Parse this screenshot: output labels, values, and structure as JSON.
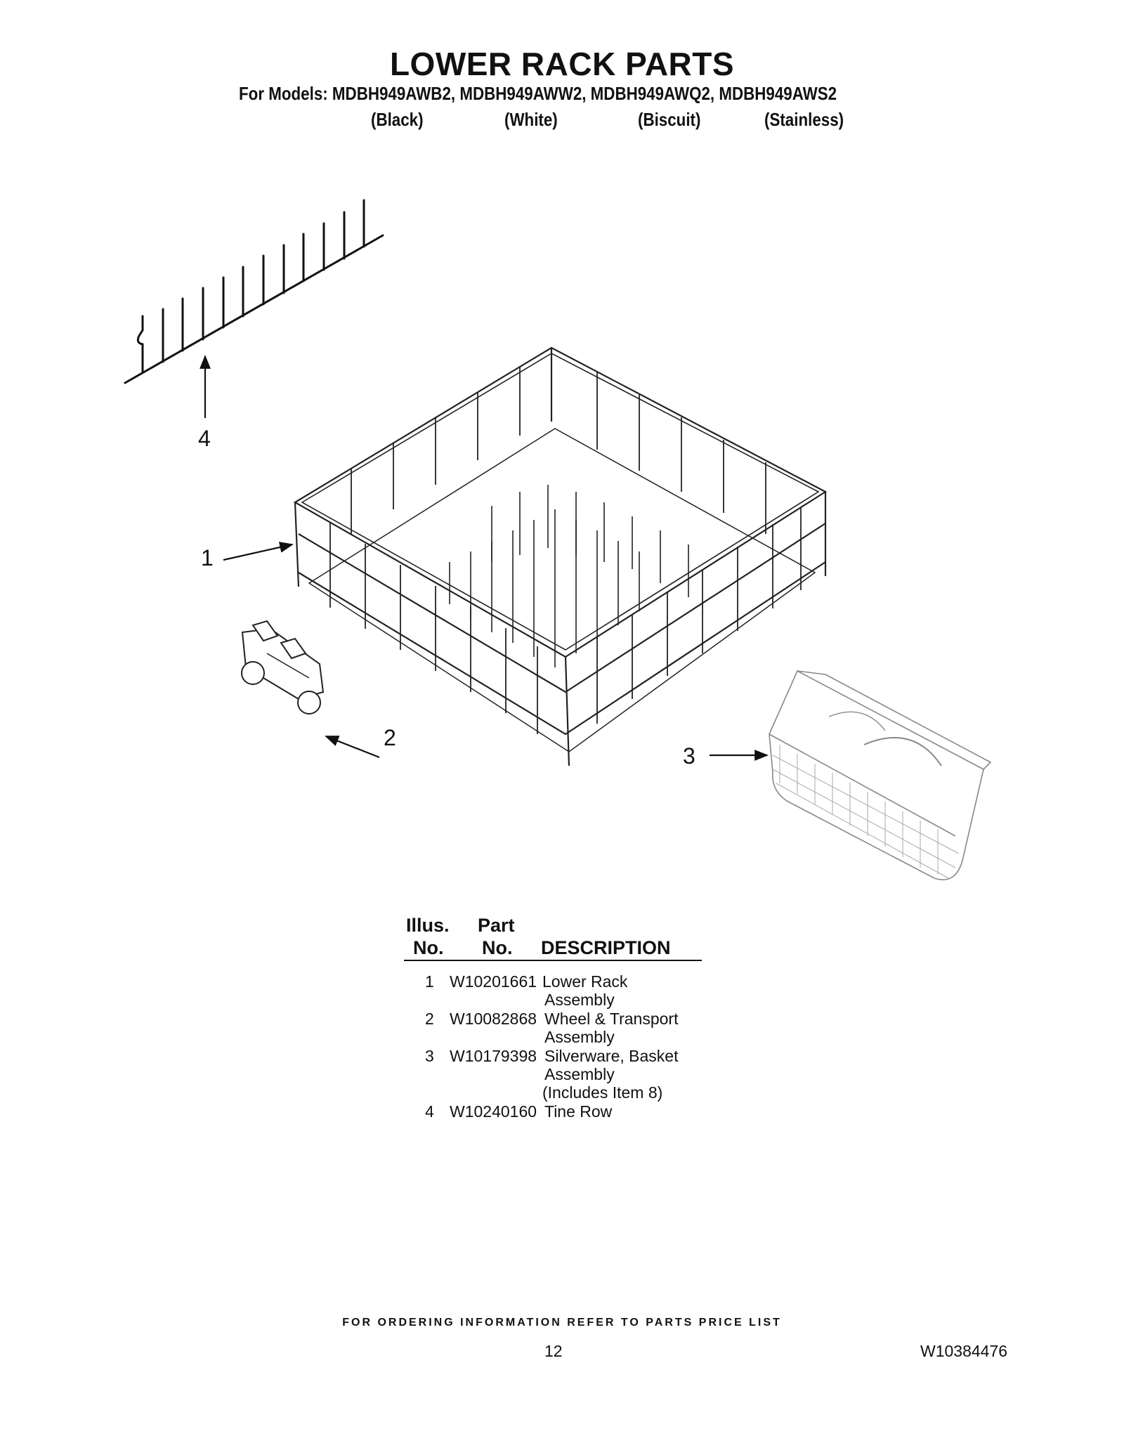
{
  "header": {
    "title": "LOWER RACK PARTS",
    "models": "For Models: MDBH949AWB2, MDBH949AWW2, MDBH949AWQ2, MDBH949AWS2",
    "finishes": [
      "(Black)",
      "(White)",
      "(Biscuit)",
      "(Stainless)"
    ]
  },
  "callouts": {
    "c1": "1",
    "c2": "2",
    "c3": "3",
    "c4": "4"
  },
  "table": {
    "headers": {
      "illus_line1": "Illus.",
      "illus_line2": "No.",
      "part_line1": "Part",
      "part_line2": "No.",
      "description": "DESCRIPTION"
    },
    "rows": [
      {
        "illus": "1",
        "part": "W10201661",
        "description": [
          "Lower Rack",
          "Assembly"
        ]
      },
      {
        "illus": "2",
        "part": "W10082868",
        "description": [
          "Wheel & Transport",
          "Assembly"
        ]
      },
      {
        "illus": "3",
        "part": "W10179398",
        "description": [
          "Silverware, Basket",
          "Assembly",
          "(Includes Item 8)"
        ]
      },
      {
        "illus": "4",
        "part": "W10240160",
        "description": [
          "Tine Row"
        ]
      }
    ]
  },
  "footer": {
    "ordering_note": "FOR ORDERING INFORMATION REFER TO PARTS PRICE LIST",
    "page_number": "12",
    "document_number": "W10384476"
  }
}
